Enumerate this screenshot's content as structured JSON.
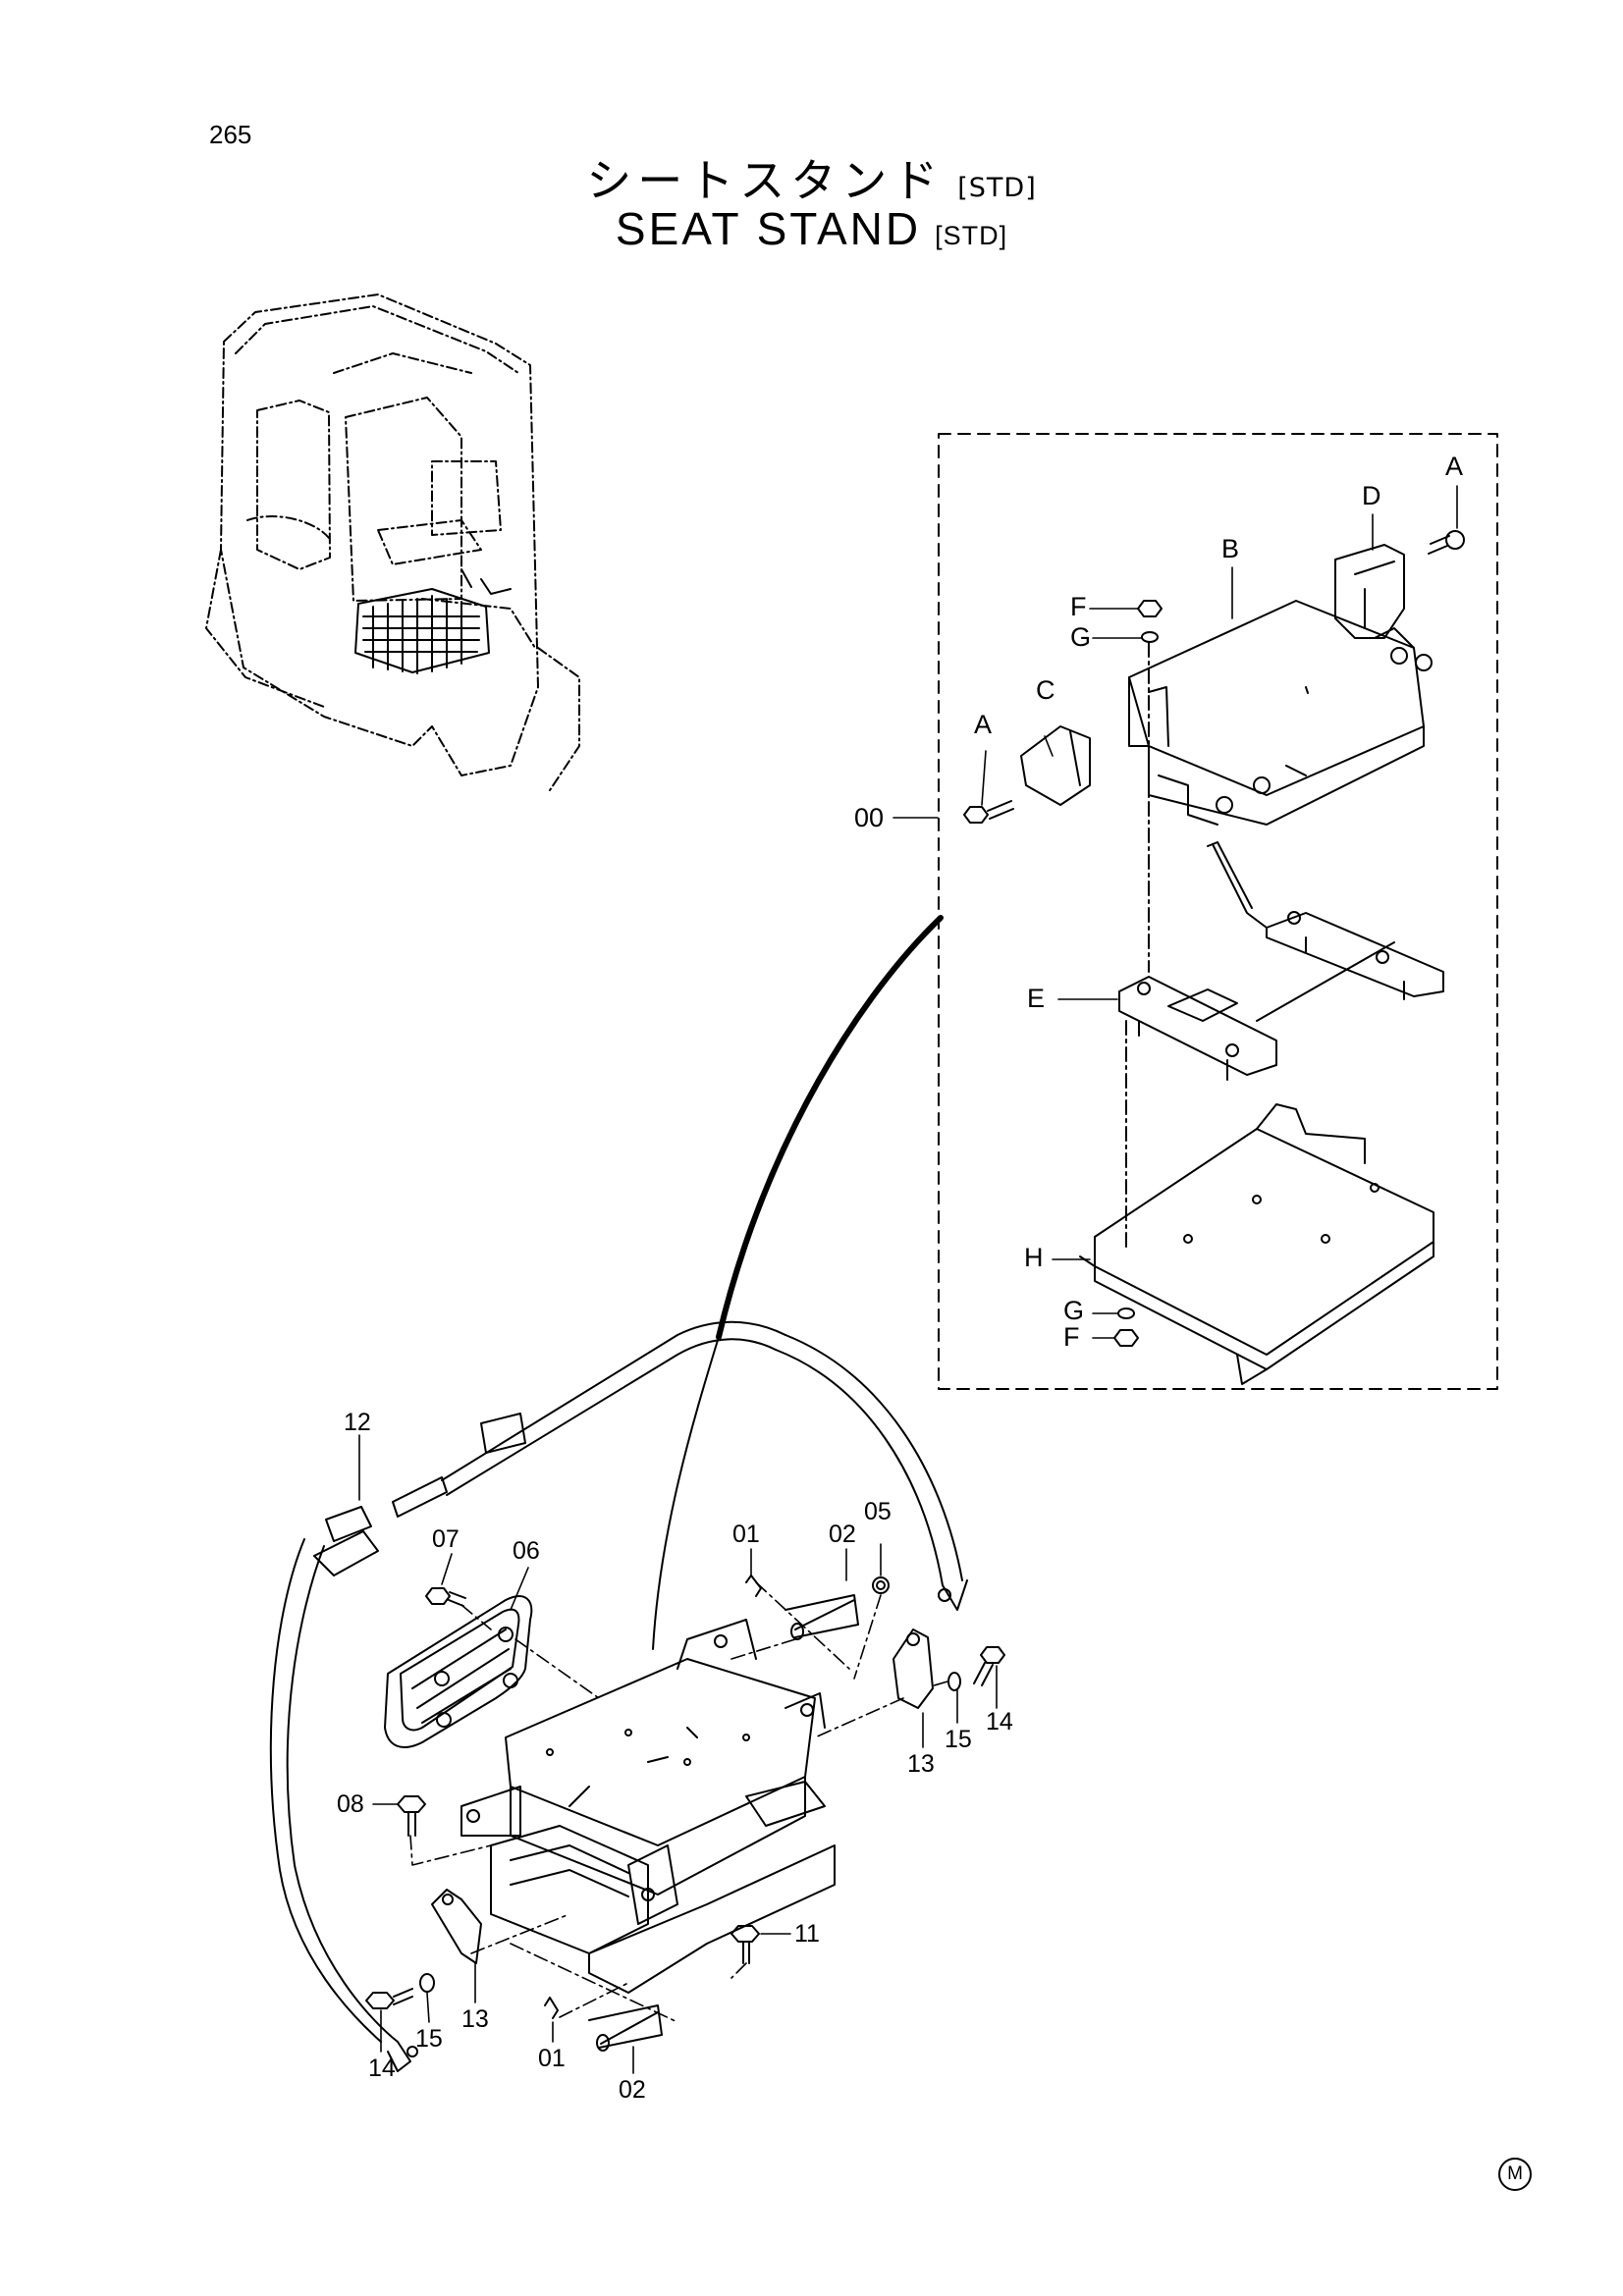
{
  "page_number": "265",
  "title": {
    "japanese": "シートスタンド",
    "english": "SEAT STAND",
    "tag": "[STD]"
  },
  "assembly_callout": "00",
  "letter_callouts": {
    "A_top": "A",
    "D": "D",
    "B": "B",
    "F_top": "F",
    "G_top": "G",
    "C": "C",
    "A_left": "A",
    "E": "E",
    "H": "H",
    "G_bottom": "G",
    "F_bottom": "F"
  },
  "part_callouts": {
    "p12": "12",
    "p07": "07",
    "p06": "06",
    "p01_top": "01",
    "p02_top": "02",
    "p05": "05",
    "p13_right": "13",
    "p15_right": "15",
    "p14_right": "14",
    "p08": "08",
    "p11": "11",
    "p14_left": "14",
    "p15_left": "15",
    "p13_left": "13",
    "p01_bottom": "01",
    "p02_bottom": "02"
  },
  "corner_mark": "M"
}
